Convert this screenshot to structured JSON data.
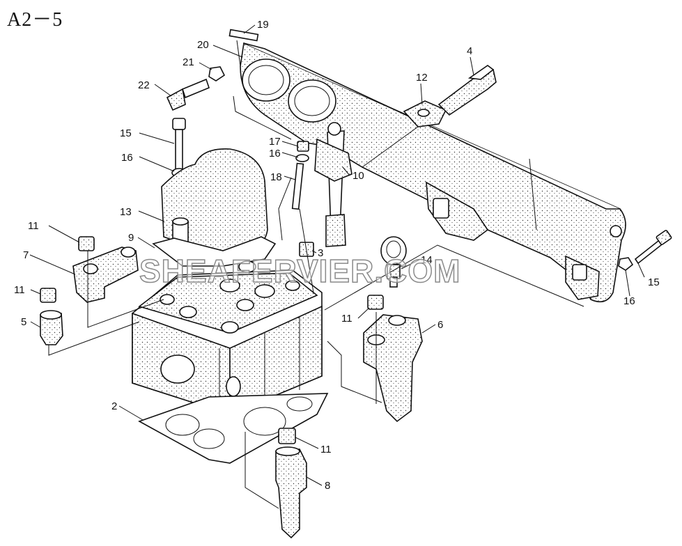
{
  "page": {
    "title": "A2－5"
  },
  "watermark": "SHEAFERVIER.COM",
  "callouts": [
    {
      "id": "c19",
      "label": "19"
    },
    {
      "id": "c20",
      "label": "20"
    },
    {
      "id": "c21",
      "label": "21"
    },
    {
      "id": "c22",
      "label": "22"
    },
    {
      "id": "c4",
      "label": "4"
    },
    {
      "id": "c12",
      "label": "12"
    },
    {
      "id": "c15a",
      "label": "15"
    },
    {
      "id": "c16a",
      "label": "16"
    },
    {
      "id": "c17",
      "label": "17"
    },
    {
      "id": "c16b",
      "label": "16"
    },
    {
      "id": "c18",
      "label": "18"
    },
    {
      "id": "c10",
      "label": "10"
    },
    {
      "id": "c13",
      "label": "13"
    },
    {
      "id": "c11a",
      "label": "11"
    },
    {
      "id": "c9",
      "label": "9"
    },
    {
      "id": "c7",
      "label": "7"
    },
    {
      "id": "c3",
      "label": "3"
    },
    {
      "id": "c14",
      "label": "14"
    },
    {
      "id": "c11b",
      "label": "11"
    },
    {
      "id": "c5",
      "label": "5"
    },
    {
      "id": "c11c",
      "label": "11"
    },
    {
      "id": "c6",
      "label": "6"
    },
    {
      "id": "c15b",
      "label": "15"
    },
    {
      "id": "c16c",
      "label": "16"
    },
    {
      "id": "c2",
      "label": "2"
    },
    {
      "id": "c11d",
      "label": "11"
    },
    {
      "id": "c8",
      "label": "8"
    }
  ]
}
